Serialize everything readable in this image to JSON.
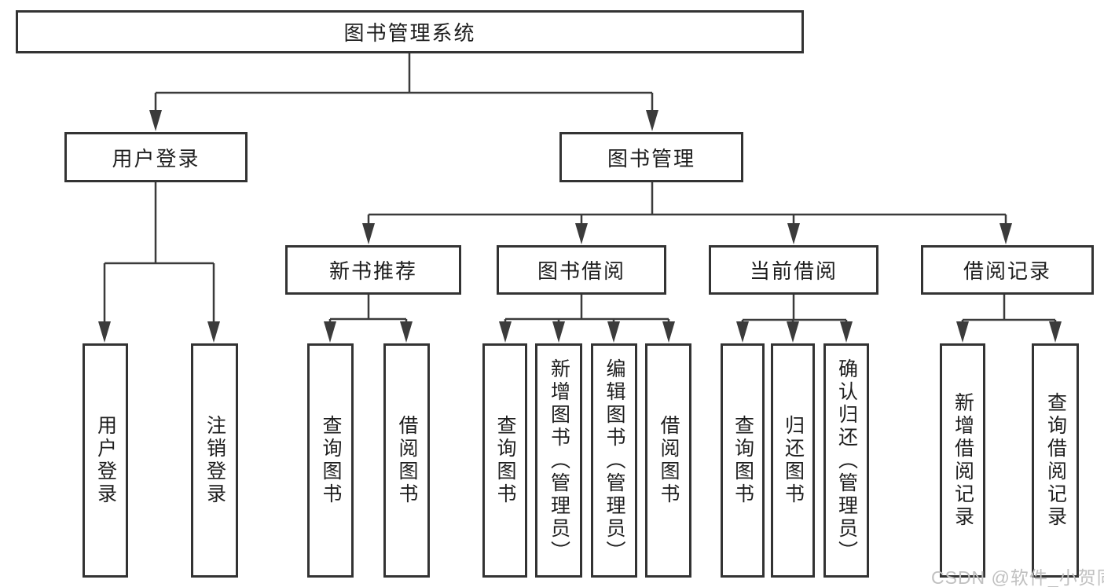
{
  "colors": {
    "background": "#ffffff",
    "box_border": "#333333",
    "connector_line": "#3b3b3b",
    "text": "#1e1e1e",
    "watermark": "#c0c0c0"
  },
  "nodes": {
    "root": "图书管理系统",
    "user_login": "用户登录",
    "book_management": "图书管理",
    "new_book_recommend": "新书推荐",
    "book_borrowing": "图书借阅",
    "current_borrowing": "当前借阅",
    "borrowing_records": "借阅记录",
    "login": "用户登录",
    "logout": "注销登录",
    "nb_query_books": "查询图书",
    "nb_borrow_books": "借阅图书",
    "bb_query_books": "查询图书",
    "bb_add_books_admin": "新增图书（管理员）",
    "bb_edit_books_admin": "编辑图书（管理员）",
    "bb_borrow_books": "借阅图书",
    "cb_query_books": "查询图书",
    "cb_return_books": "归还图书",
    "cb_confirm_return_admin": "确认归还（管理员）",
    "br_add_record": "新增借阅记录",
    "br_query_record": "查询借阅记录"
  },
  "watermark": "CSDN @软件_小贺同学"
}
